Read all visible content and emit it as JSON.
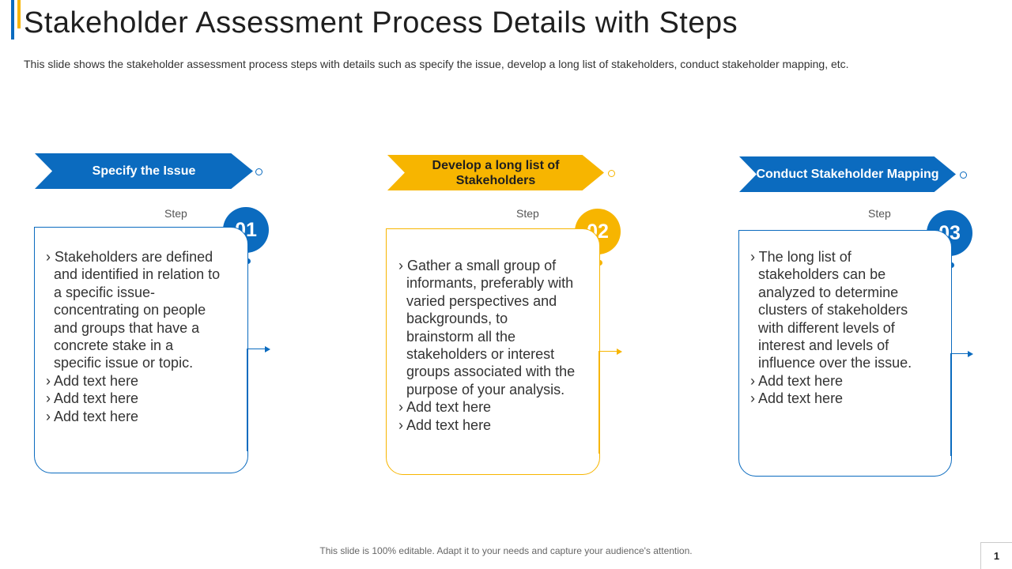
{
  "title": "Stakeholder Assessment Process Details with Steps",
  "subtitle": "This slide shows the stakeholder assessment process steps with details such as specify the issue, develop a long list of stakeholders, conduct stakeholder mapping, etc.",
  "colors": {
    "blue": "#0b6bbf",
    "yellow": "#f7b500"
  },
  "steps": [
    {
      "banner": "Specify the Issue",
      "step_label": "Step",
      "number": "01",
      "lines": [
        "› Stakeholders are defined",
        "and identified in relation to",
        "a specific issue-",
        "concentrating on people",
        "and groups that have a",
        "concrete stake in a",
        "specific issue or topic.",
        "› Add text here",
        "› Add text here",
        "› Add text here"
      ]
    },
    {
      "banner": "Develop a long list of Stakeholders",
      "step_label": "Step",
      "number": "02",
      "lines": [
        "› Gather a small group of",
        "informants, preferably with",
        "varied perspectives and",
        "backgrounds, to",
        "brainstorm all the",
        "stakeholders or interest",
        "groups associated with the",
        "purpose of your analysis.",
        "› Add text here",
        "› Add text here"
      ]
    },
    {
      "banner": "Conduct Stakeholder Mapping",
      "step_label": "Step",
      "number": "03",
      "lines": [
        "› The long list of",
        "stakeholders can be",
        "analyzed to determine",
        "clusters of stakeholders",
        "with different levels of",
        "interest and levels of",
        "influence over the issue.",
        "› Add text here",
        "› Add text here"
      ]
    }
  ],
  "footer": "This slide is 100% editable. Adapt it to your needs and capture your audience's attention.",
  "page_number": "1"
}
